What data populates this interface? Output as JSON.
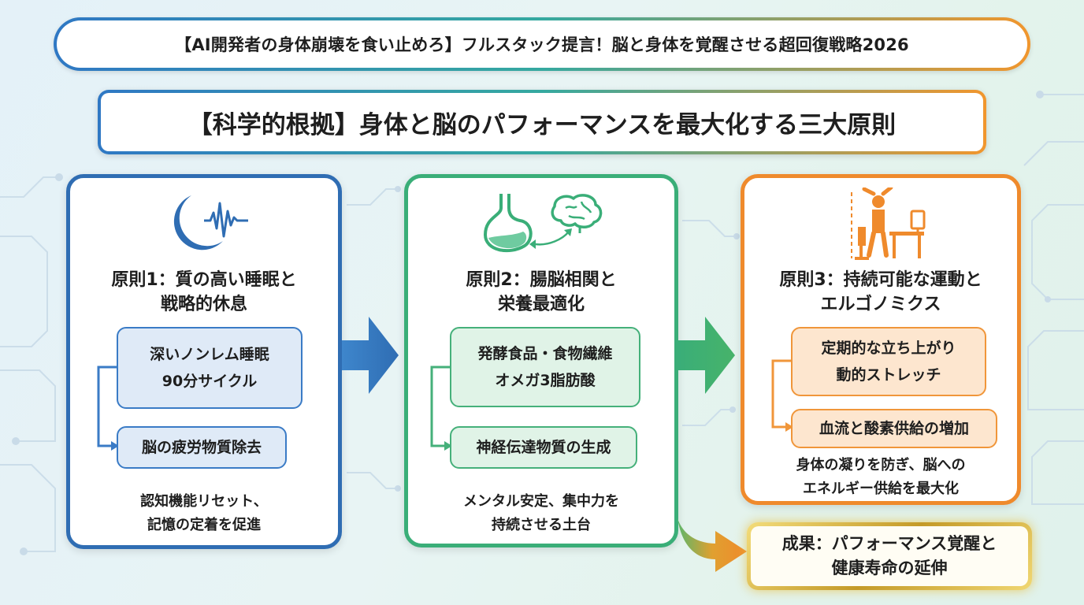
{
  "banner": {
    "text": "【AI開発者の身体崩壊を食い止めろ】フルスタック提言！脳と身体を覚醒させる超回復戦略2026"
  },
  "heading": {
    "text": "【科学的根拠】身体と脳のパフォーマンスを最大化する三大原則"
  },
  "colors": {
    "principle1": "#2f6db3",
    "principle2": "#3aae78",
    "principle3": "#ef8a2c",
    "result_gold": "#d4a93a"
  },
  "principles": [
    {
      "icon": "moon-brainwave-icon",
      "title_line1": "原則1：質の高い睡眠と",
      "title_line2": "戦略的休息",
      "step1_line1": "深いノンレム睡眠",
      "step1_line2": "90分サイクル",
      "step2": "脳の疲労物質除去",
      "footer_line1": "認知機能リセット、",
      "footer_line2": "記憶の定着を促進"
    },
    {
      "icon": "gut-brain-icon",
      "title_line1": "原則2：腸脳相関と",
      "title_line2": "栄養最適化",
      "step1_line1": "発酵食品・食物繊維",
      "step1_line2": "オメガ3脂肪酸",
      "step2": "神経伝達物質の生成",
      "footer_line1": "メンタル安定、集中力を",
      "footer_line2": "持続させる土台"
    },
    {
      "icon": "desk-stretch-icon",
      "title_line1": "原則3：持続可能な運動と",
      "title_line2": "エルゴノミクス",
      "step1_line1": "定期的な立ち上がり",
      "step1_line2": "動的ストレッチ",
      "step2": "血流と酸素供給の増加",
      "footer_line1": "身体の凝りを防ぎ、脳への",
      "footer_line2": "エネルギー供給を最大化"
    }
  ],
  "result": {
    "line1": "成果：パフォーマンス覚醒と",
    "line2": "健康寿命の延伸"
  }
}
